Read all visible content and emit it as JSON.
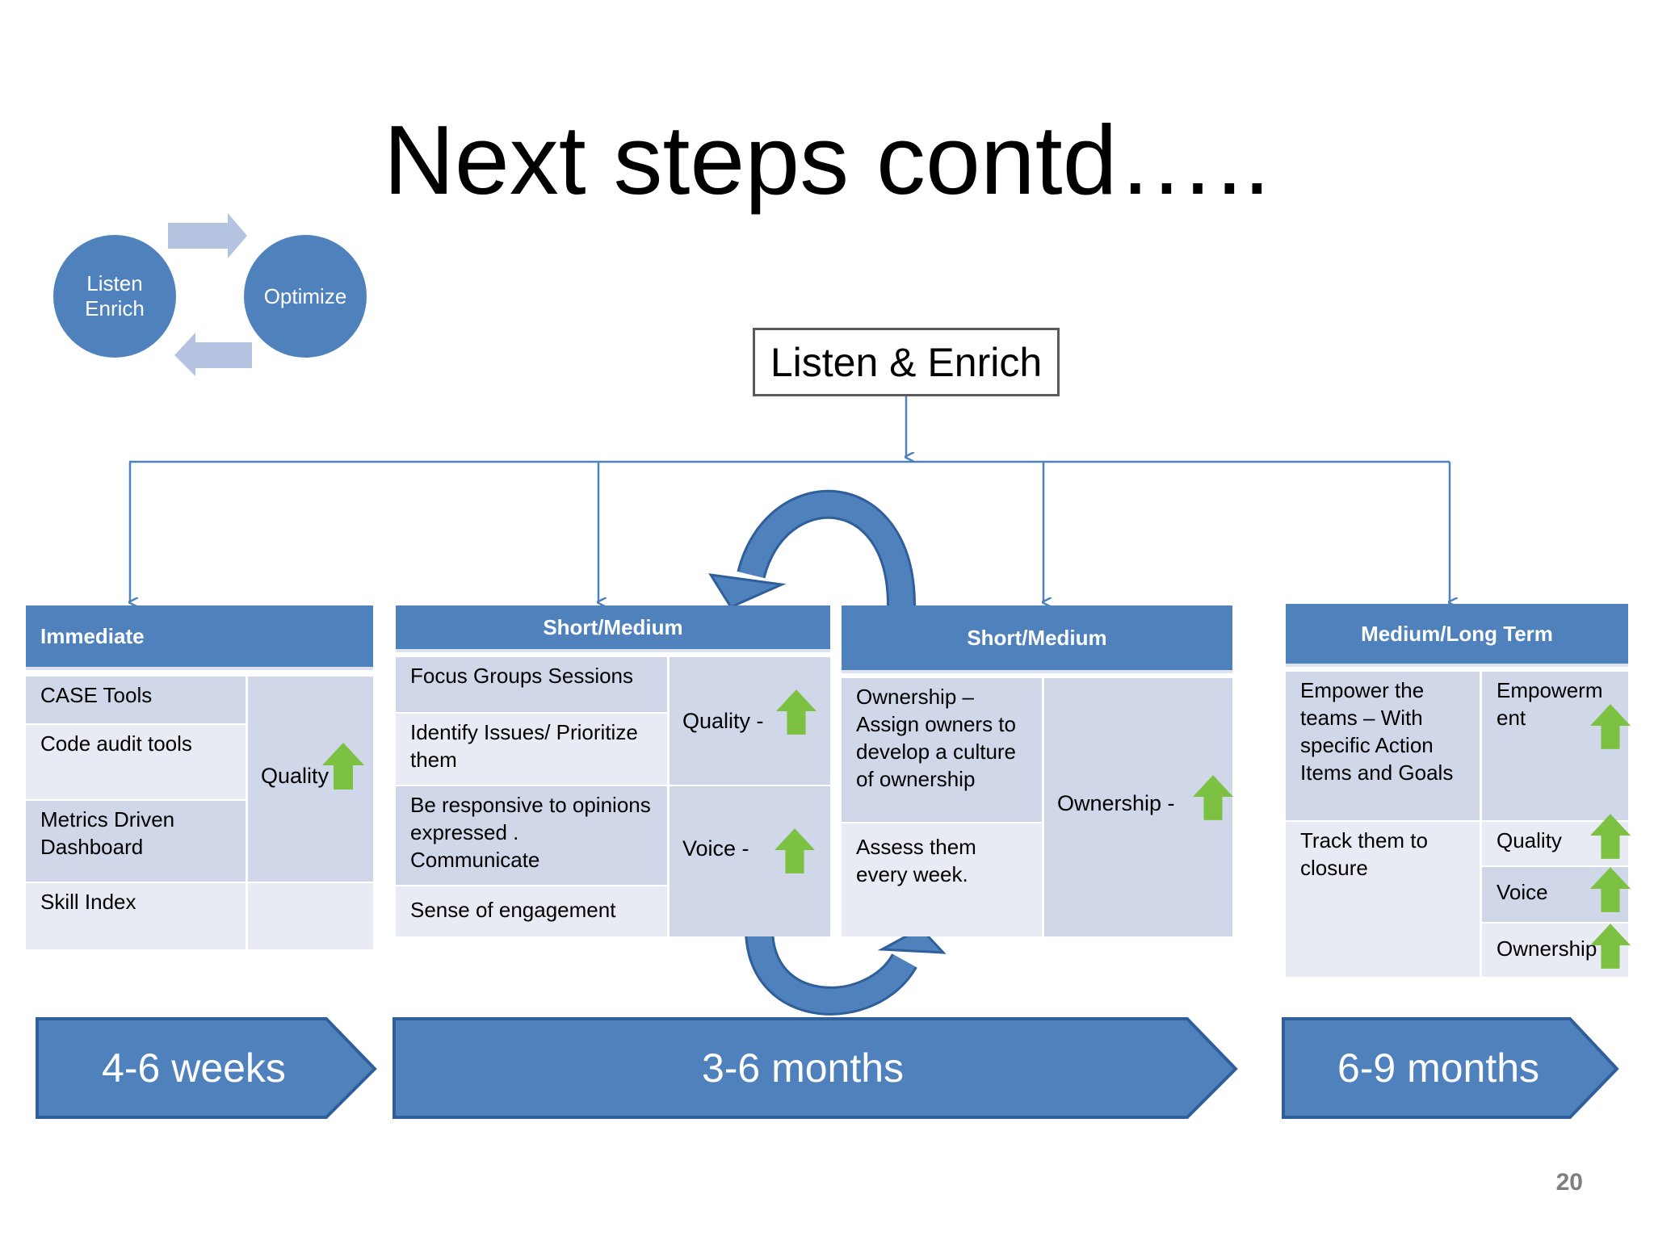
{
  "title": "Next steps contd…..",
  "cycle": {
    "left": "Listen\nEnrich",
    "right": "Optimize"
  },
  "root": "Listen & Enrich",
  "columns": {
    "immediate": {
      "header": "Immediate",
      "items": [
        "CASE Tools",
        "Code audit tools",
        "Metrics Driven Dashboard",
        "Skill Index"
      ],
      "tag": "Quality"
    },
    "short1": {
      "header": "Short/Medium",
      "items": [
        "Focus Groups Sessions",
        "Identify Issues/ Prioritize them",
        "Be responsive to opinions expressed . Communicate",
        "Sense of engagement"
      ],
      "tags": [
        "Quality -",
        "Voice -"
      ]
    },
    "short2": {
      "header": "Short/Medium",
      "items": [
        "Ownership – Assign owners to develop a culture of ownership",
        "Assess them every week."
      ],
      "tag": "Ownership -"
    },
    "long": {
      "header": "Medium/Long Term",
      "items": [
        "Empower the teams – With specific Action Items and Goals",
        "Track them to closure"
      ],
      "tags": [
        "Empowerm ent",
        "Quality",
        "Voice",
        "Ownership"
      ]
    }
  },
  "timeline": [
    "4-6 weeks",
    "3-6 months",
    "6-9 months"
  ],
  "page_number": "20",
  "colors": {
    "blue": "#4f81bd",
    "cell_dark": "#cfd7e9",
    "cell_light": "#e8ebf4",
    "up_arrow": "#7dc143",
    "connector": "#4f81bd"
  }
}
